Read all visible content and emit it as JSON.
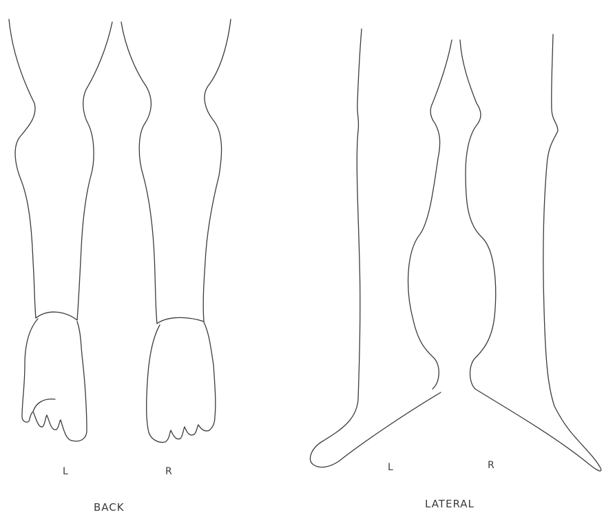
{
  "back_view": {
    "left_label": "L",
    "right_label": "R",
    "caption": "BACK"
  },
  "lateral_view": {
    "left_label": "L",
    "right_label": "R",
    "caption": "LATERAL"
  }
}
